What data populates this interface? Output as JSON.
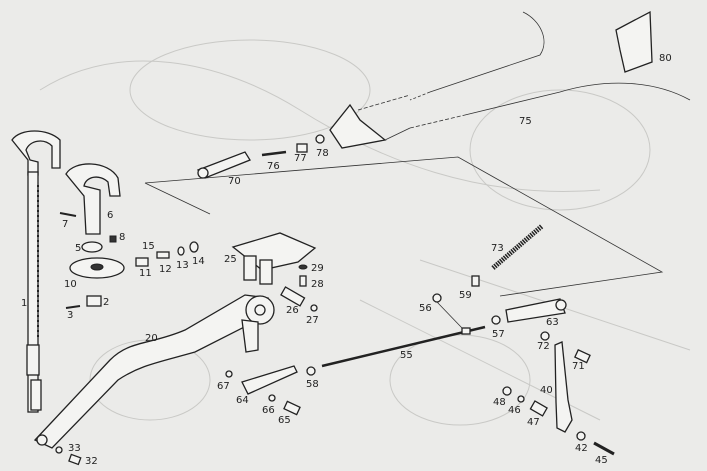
{
  "diagram": {
    "type": "exploded parts diagram",
    "part_labels": {
      "p1": "1",
      "p2": "2",
      "p3": "3",
      "p5": "5",
      "p6": "6",
      "p7": "7",
      "p8": "8",
      "p10": "10",
      "p11": "11",
      "p12": "12",
      "p13": "13",
      "p14": "14",
      "p15": "15",
      "p20": "20",
      "p25": "25",
      "p26": "26",
      "p27": "27",
      "p28": "28",
      "p29": "29",
      "p32": "32",
      "p33": "33",
      "p40": "40",
      "p42": "42",
      "p45": "45",
      "p46": "46",
      "p47": "47",
      "p48": "48",
      "p55": "55",
      "p56": "56",
      "p57": "57",
      "p58": "58",
      "p59": "59",
      "p63": "63",
      "p64": "64",
      "p65": "65",
      "p66": "66",
      "p67": "67",
      "p70": "70",
      "p71": "71",
      "p72": "72",
      "p73": "73",
      "p75": "75",
      "p76": "76",
      "p77": "77",
      "p78": "78",
      "p80": "80"
    }
  }
}
